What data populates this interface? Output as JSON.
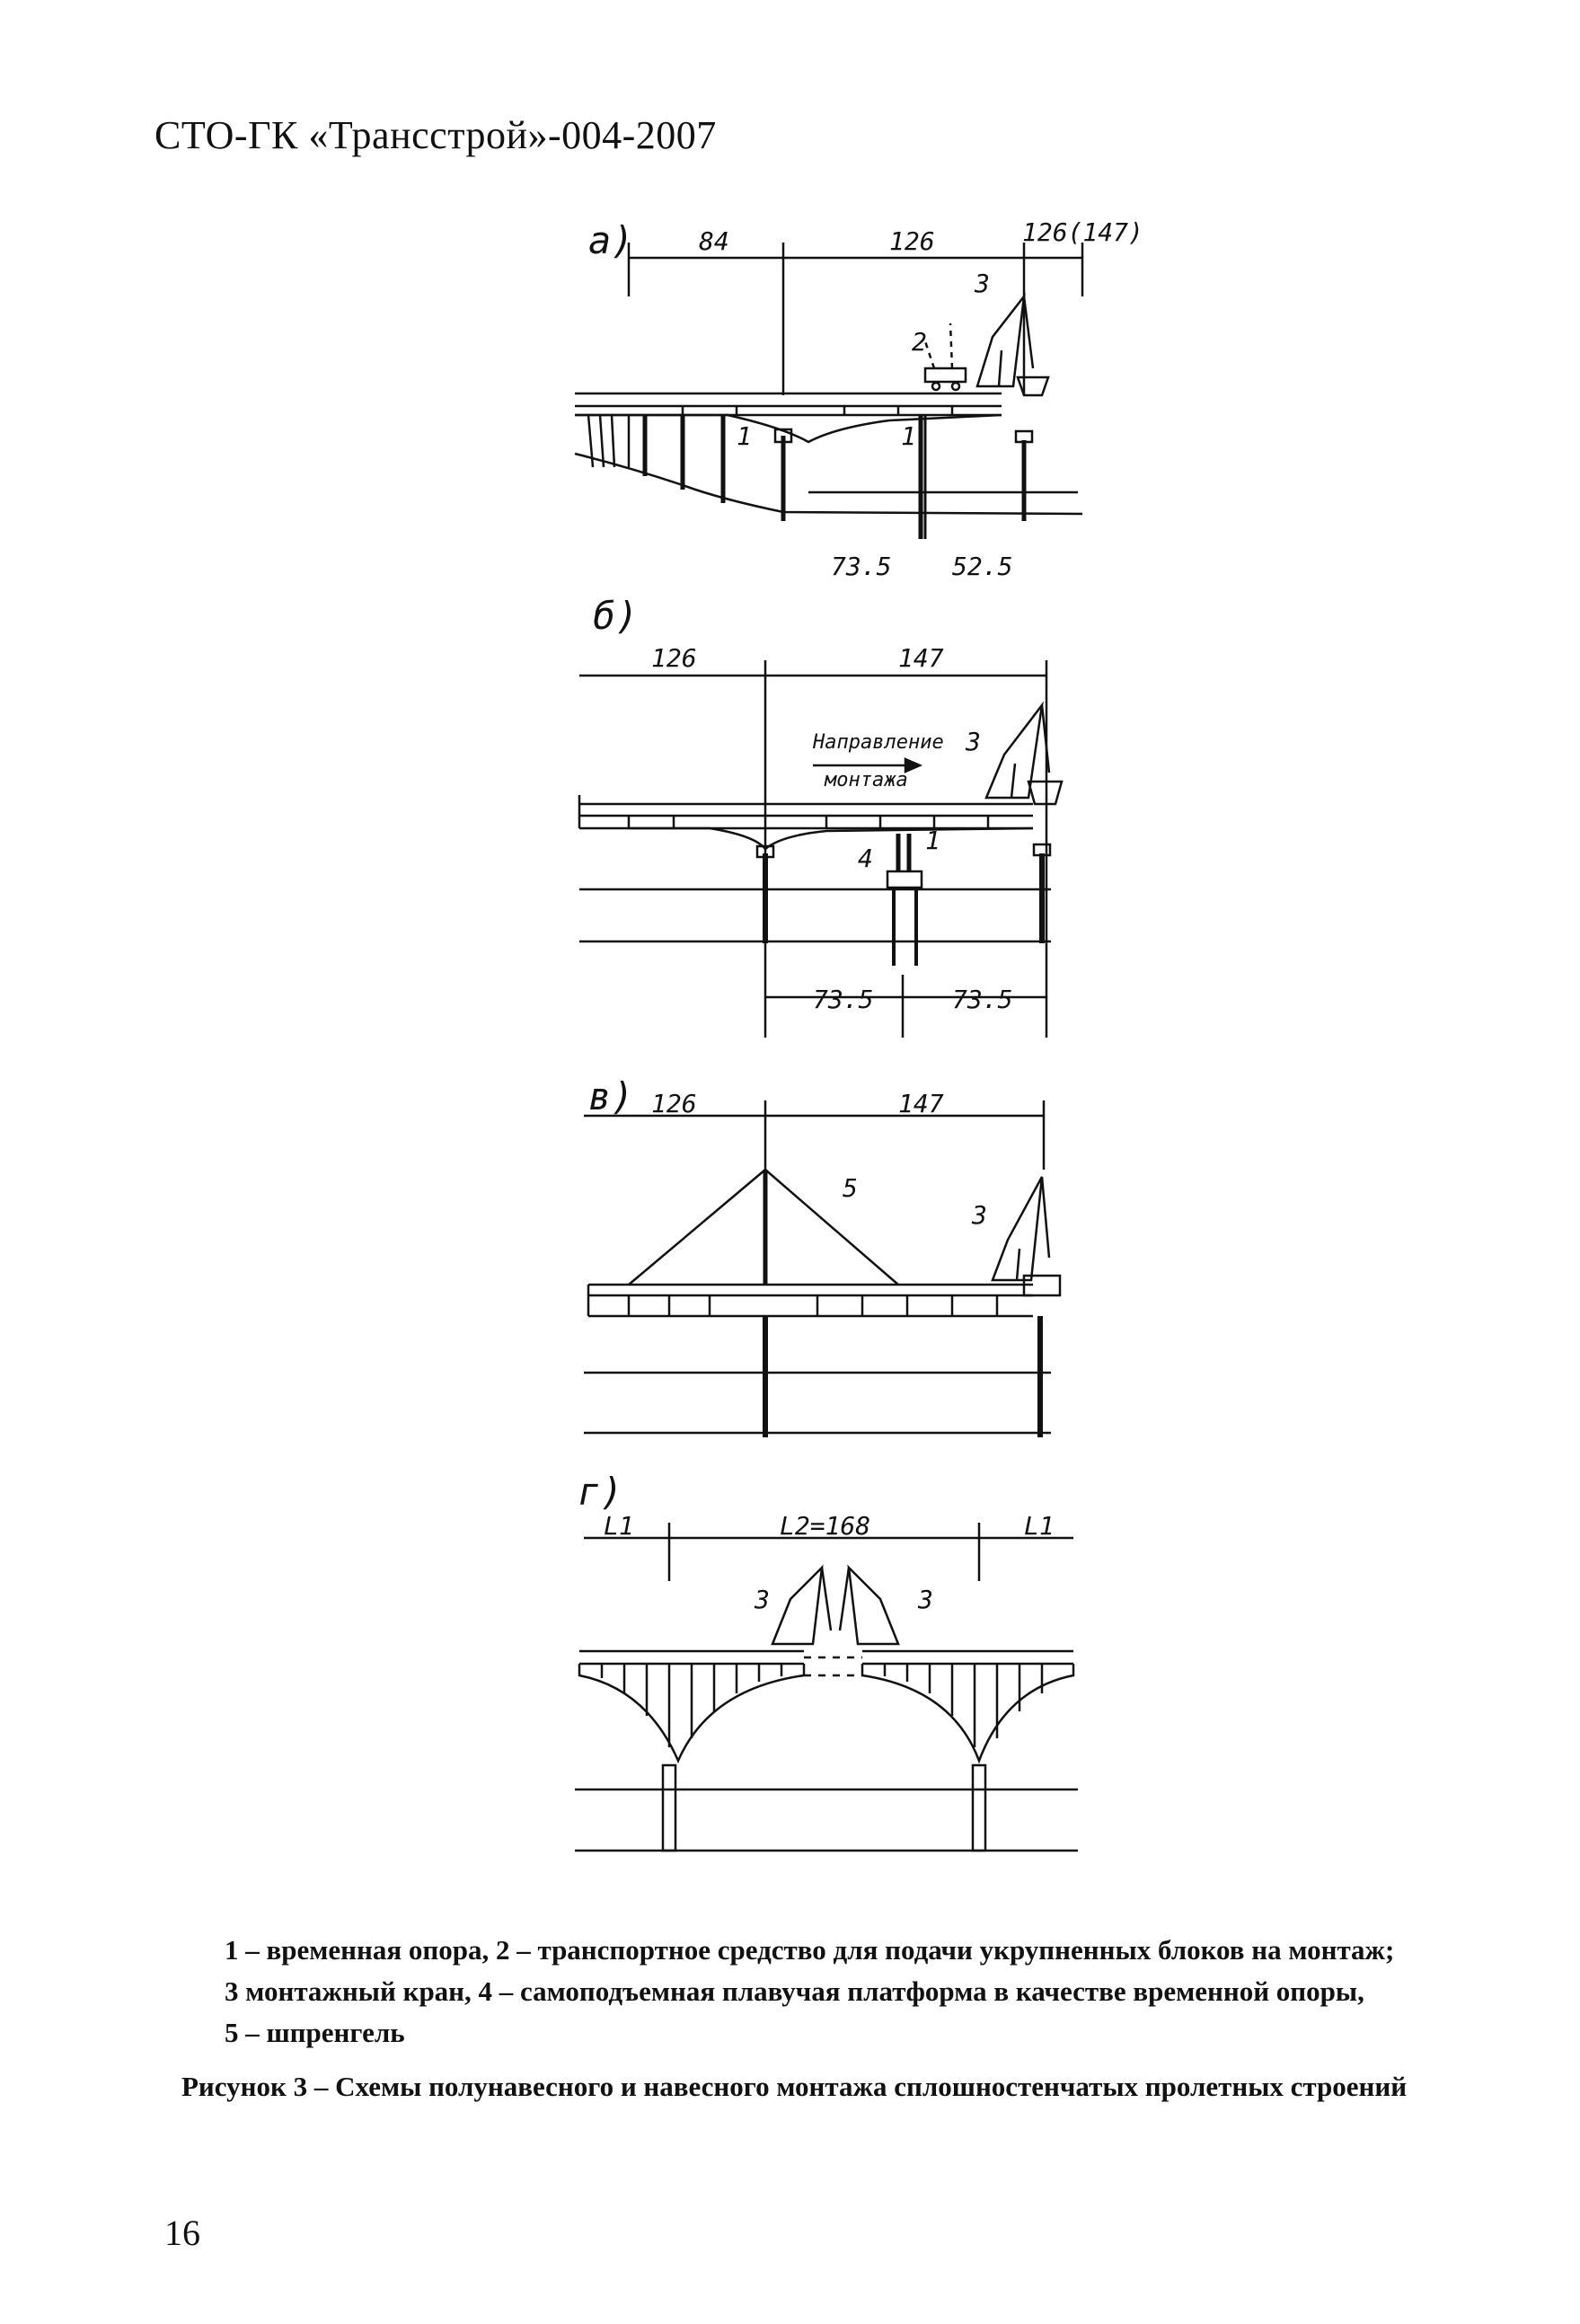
{
  "header": "СТО-ГК «Трансстрой»-004-2007",
  "schemes": {
    "a": {
      "letter": "a)",
      "spans_top": [
        "84",
        "126",
        "126(147)"
      ],
      "spans_bottom": [
        "73.5",
        "52.5"
      ],
      "callouts": [
        "1",
        "1",
        "2",
        "3"
      ]
    },
    "b": {
      "letter": "б)",
      "spans_top": [
        "126",
        "147"
      ],
      "spans_bottom": [
        "73.5",
        "73.5"
      ],
      "direction_line1": "Направление",
      "direction_line2": "монтажа",
      "callouts": [
        "3",
        "4",
        "1"
      ]
    },
    "v": {
      "letter": "в)",
      "spans_top": [
        "126",
        "147"
      ],
      "callouts": [
        "5",
        "3"
      ]
    },
    "g": {
      "letter": "г)",
      "spans_top": [
        "L1",
        "L2=168",
        "L1"
      ],
      "callouts": [
        "3",
        "3"
      ]
    }
  },
  "legend": [
    "1 – временная опора, 2 – транспортное средство для подачи укрупненных блоков на монтаж;",
    "3 монтажный кран, 4 – самоподъемная плавучая платформа в качестве временной опоры,",
    "5 – шпренгель"
  ],
  "caption": "Рисунок 3 – Схемы полунавесного и навесного монтажа сплошностенчатых пролетных строений",
  "page_number": "16"
}
